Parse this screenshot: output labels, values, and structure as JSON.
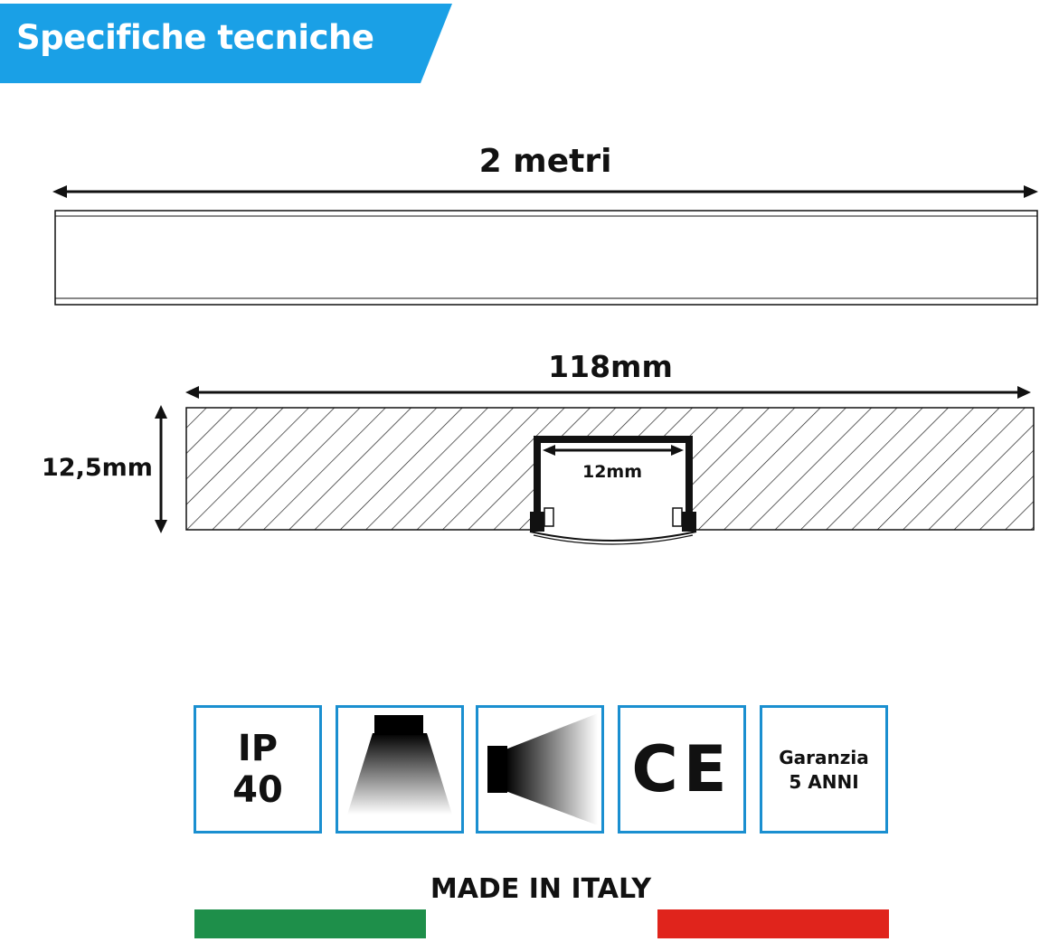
{
  "header": {
    "title": "Specifiche tecniche",
    "color": "#1aa0e6"
  },
  "dimensions": {
    "length": "2 metri",
    "width": "118mm",
    "height": "12,5mm",
    "channel_width": "12mm"
  },
  "icons": {
    "ip_rating": {
      "line1": "IP",
      "line2": "40"
    },
    "ce_mark": "CE",
    "warranty": {
      "line1": "Garanzia",
      "line2": "5 ANNI"
    },
    "border_color": "#1a8fd0"
  },
  "footer": {
    "text": "MADE IN ITALY",
    "flag_colors": [
      "#1e8f4a",
      "#ffffff",
      "#e0241c"
    ]
  }
}
